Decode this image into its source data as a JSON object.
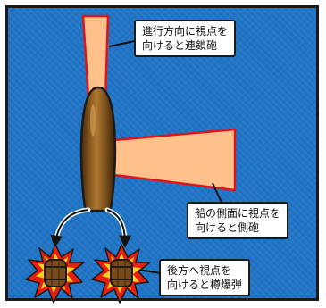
{
  "callouts": {
    "forward": {
      "line1": "進行方向に視点を",
      "line2": "向けると連鎖砲"
    },
    "side": {
      "line1": "船の側面に視点を",
      "line2": "向けると側砲"
    },
    "rear": {
      "line1": "後方へ視点を",
      "line2": "向けると樽爆弾"
    }
  },
  "colors": {
    "sea": "#1f74c6",
    "view_cone": "#ffc08a",
    "view_cone_border": "#e0121a",
    "ship": "#8c5a1c",
    "explosion_outer": "#e81f10",
    "explosion_inner": "#ffd21a",
    "barrel": "#7a4a1c"
  },
  "icons": {
    "ship": "ship-icon",
    "barrel_bomb": "barrel-bomb-icon",
    "explosion": "explosion-icon"
  }
}
